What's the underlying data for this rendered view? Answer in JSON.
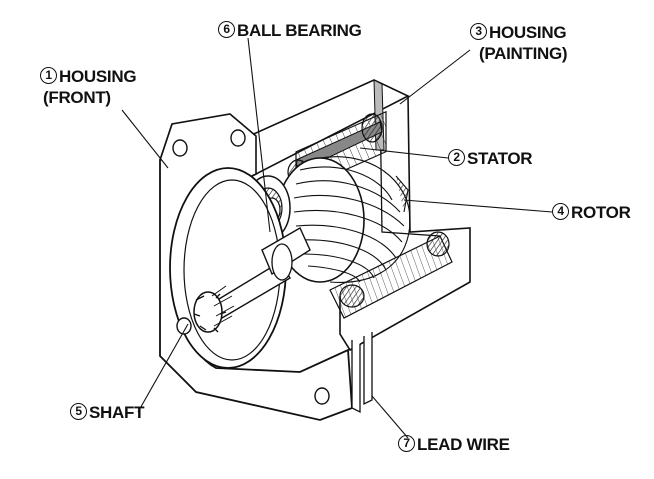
{
  "labels": {
    "housing_front": {
      "num": "1",
      "line1": "HOUSING",
      "line2": "(FRONT)"
    },
    "stator": {
      "num": "2",
      "text": "STATOR"
    },
    "housing_painting": {
      "num": "3",
      "line1": "HOUSING",
      "line2": "(PAINTING)"
    },
    "rotor": {
      "num": "4",
      "text": "ROTOR"
    },
    "shaft": {
      "num": "5",
      "text": "SHAFT"
    },
    "ball_bearing": {
      "num": "6",
      "text": "BALL BEARING"
    },
    "lead_wire": {
      "num": "7",
      "text": "LEAD WIRE"
    }
  },
  "colors": {
    "line": "#111111",
    "shade": "#9a9a9a",
    "background": "#ffffff"
  }
}
